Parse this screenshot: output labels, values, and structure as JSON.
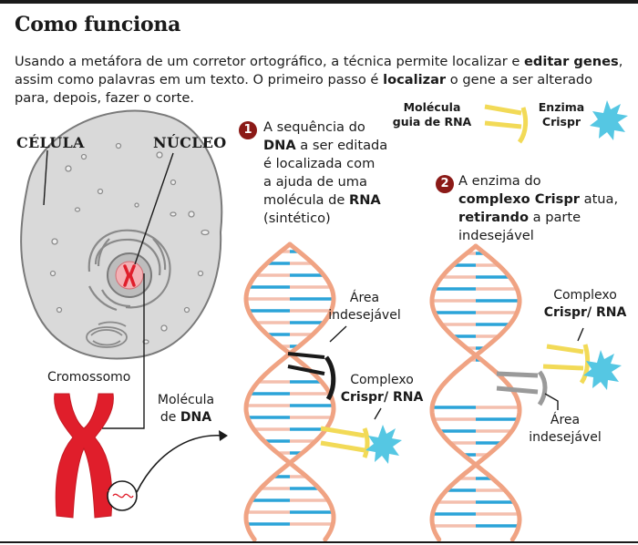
{
  "title": "Como funciona",
  "intro": {
    "part1": "Usando a metáfora de um corretor ortográfico, a técnica permite localizar e ",
    "bold1": "editar genes",
    "part2": ", assim como palavras em um texto. O primeiro passo é ",
    "bold2": "localizar",
    "part3": " o gene a ser alterado para, depois, fazer o corte."
  },
  "legend": {
    "guide_label_line1": "Molécula",
    "guide_label_line2": "guia de RNA",
    "enzyme_label_line1": "Enzima",
    "enzyme_label_line2": "Crispr"
  },
  "cell": {
    "cell_label": "CÉLULA",
    "nucleus_label": "NÚCLEO",
    "chromosome_label": "Cromossomo",
    "dna_label_line1": "Molécula",
    "dna_label_line2_prefix": "de ",
    "dna_label_line2_bold": "DNA"
  },
  "step1": {
    "number": "1",
    "line1": "A sequência do",
    "line2_bold": "DNA",
    "line2_rest": " a ser editada",
    "line3": "é localizada com",
    "line4": "a ajuda de uma",
    "line5_prefix": "molécula de ",
    "line5_bold": "RNA",
    "line6": "(sintético)",
    "area_label_line1": "Área",
    "area_label_line2": "indesejável",
    "complex_label_line1": "Complexo",
    "complex_label_line2": "Crispr/ RNA"
  },
  "step2": {
    "number": "2",
    "line1": "A enzima do",
    "line2_bold": "complexo Crispr",
    "line2_rest": " atua,",
    "line3_bold": "retirando",
    "line3_rest": " a parte",
    "line4": "indesejável",
    "complex_label_line1": "Complexo",
    "complex_label_line2": "Crispr/ RNA",
    "area_label_line1": "Área",
    "area_label_line2": "indesejável"
  },
  "colors": {
    "strand": "#f0a383",
    "base_blue": "#2ba4d8",
    "base_pink": "#f4bfae",
    "cell_fill": "#d9d9d9",
    "cell_stroke": "#7a7a7a",
    "chromosome_red": "#e01e2b",
    "rna_yellow": "#f2da57",
    "crispr_cyan": "#55c7e3",
    "step_badge": "#8b1a17",
    "cut_grey": "#9a9a9a"
  },
  "icons": [
    "cell-diagram",
    "chromosome-icon",
    "dna-helix",
    "crispr-enzyme-icon",
    "rna-guide-icon"
  ]
}
